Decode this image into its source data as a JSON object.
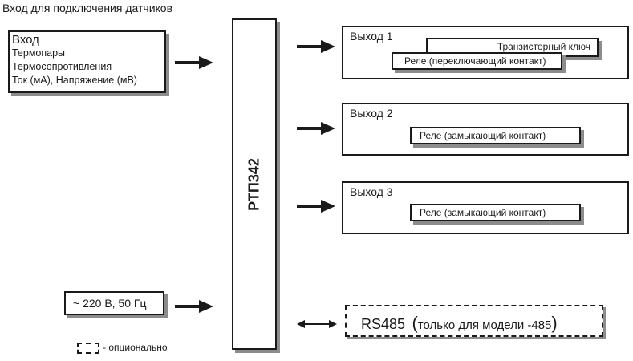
{
  "header": {
    "title": "Вход для подключения датчиков"
  },
  "input_block": {
    "title": "Вход",
    "items": [
      "Термопары",
      "Термосопротивления",
      "Ток (мА), Напряжение (мВ)"
    ]
  },
  "device": {
    "name": "РТП342"
  },
  "outputs": [
    {
      "title": "Выход 1",
      "options": [
        "Транзисторный ключ",
        "Реле (переключающий контакт)"
      ]
    },
    {
      "title": "Выход 2",
      "options": [
        "Реле (замыкающий контакт)"
      ]
    },
    {
      "title": "Выход 3",
      "options": [
        "Реле (замыкающий контакт)"
      ]
    }
  ],
  "power": {
    "label": "~ 220 В, 50 Гц"
  },
  "interface": {
    "name": "RS485",
    "paren_open": "(",
    "note": "только для модели -485",
    "paren_close": ")"
  },
  "legend": {
    "label": "- опционально"
  }
}
